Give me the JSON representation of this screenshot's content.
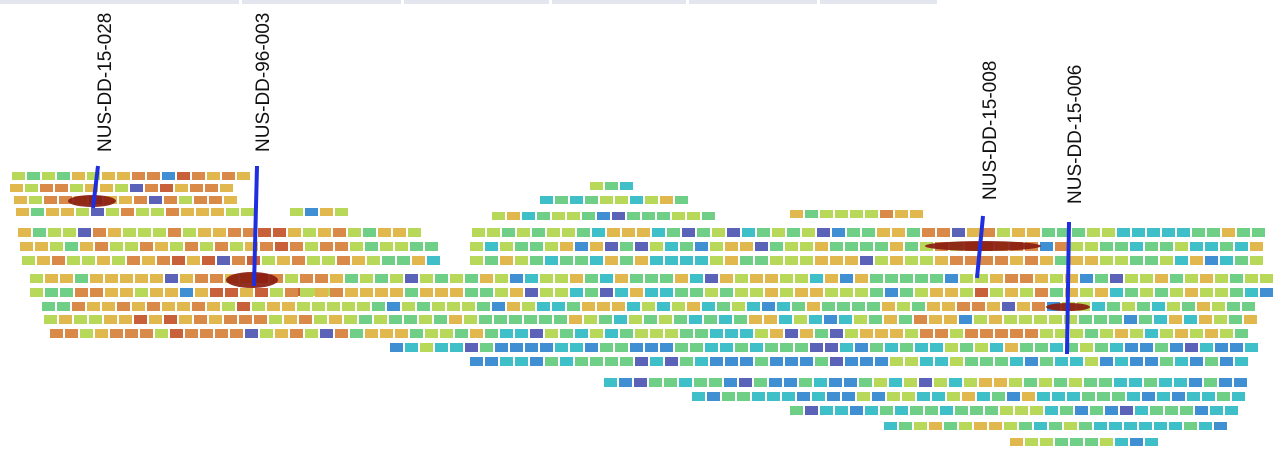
{
  "drillholes": [
    {
      "name": "NUS-DD-15-028"
    },
    {
      "name": "NUS-DD-96-003"
    },
    {
      "name": "NUS-DD-15-008"
    },
    {
      "name": "NUS-DD-15-006"
    }
  ],
  "colors": {
    "hole_trace": "#1f2fe0",
    "intercept_disc": "#8a1c10",
    "ramp": [
      "#5a63b8",
      "#3f8fd2",
      "#3fc0c8",
      "#6fcf86",
      "#b8d85a",
      "#e0b84e",
      "#d98a48",
      "#c8603a"
    ]
  }
}
